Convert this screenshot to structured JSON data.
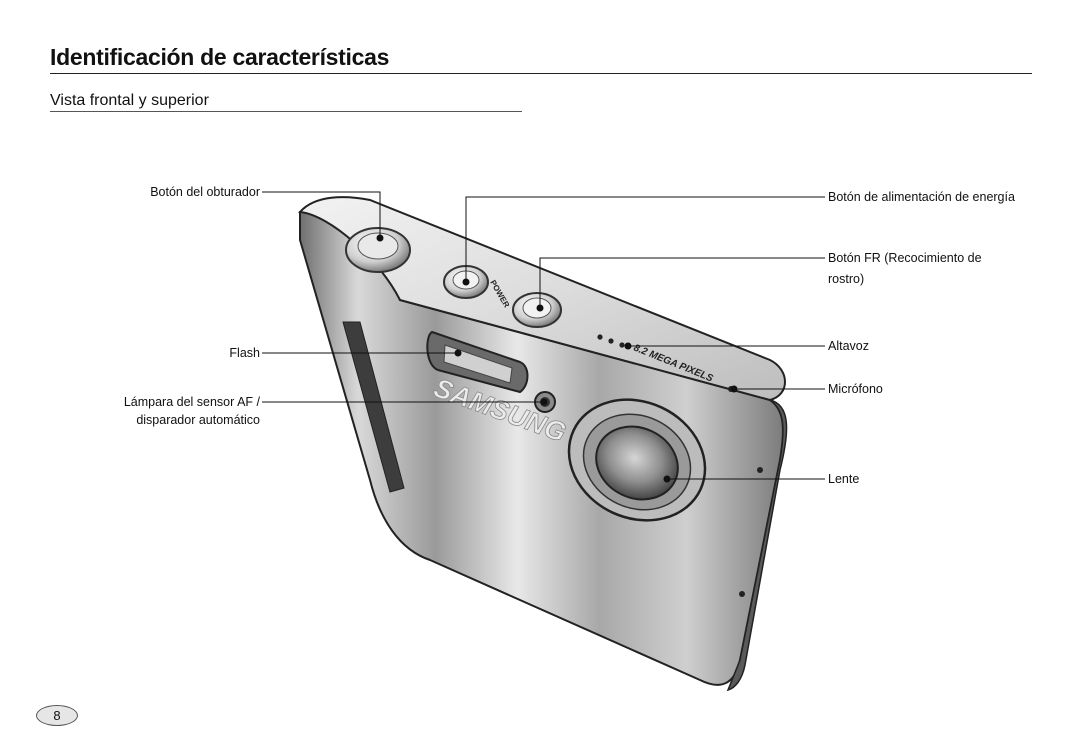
{
  "header": {
    "title": "Identificación de características",
    "subtitle": "Vista frontal y superior"
  },
  "camera": {
    "brand": "SAMSUNG",
    "top_markings": "8.2 MEGA PIXELS",
    "power_marking": "POWER"
  },
  "callouts": {
    "shutter": "Botón del obturador",
    "flash": "Flash",
    "af_lamp_line1": "Lámpara del sensor AF /",
    "af_lamp_line2": "disparador automático",
    "power": "Botón de alimentación de energía",
    "fr_line1": "Botón FR (Recocimiento de",
    "fr_line2": "rostro)",
    "speaker": "Altavoz",
    "microphone": "Micrófono",
    "lens": "Lente"
  },
  "page_number": "8"
}
